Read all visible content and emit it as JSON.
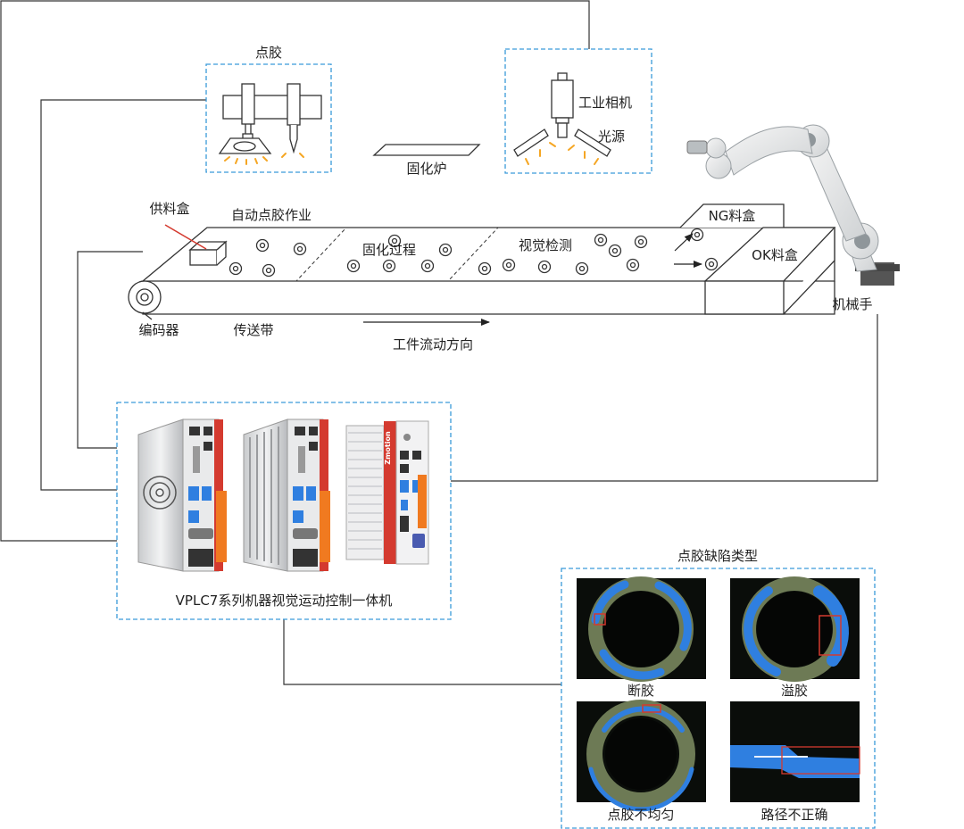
{
  "labels": {
    "dispensing": "点胶",
    "camera": "工业相机",
    "light": "光源",
    "oven": "固化炉",
    "feed_box": "供料盒",
    "auto_dispense": "自动点胶作业",
    "curing": "固化过程",
    "inspection": "视觉检测",
    "ng_box": "NG料盒",
    "ok_box": "OK料盒",
    "robot": "机械手",
    "encoder": "编码器",
    "conveyor": "传送带",
    "flow_direction": "工件流动方向",
    "controller": "VPLC7系列机器视觉运动控制一体机",
    "brand": "Zmotion",
    "defects_title": "点胶缺陷类型"
  },
  "defects": [
    {
      "label": "断胶"
    },
    {
      "label": "溢胶"
    },
    {
      "label": "点胶不均匀"
    },
    {
      "label": "路径不正确"
    }
  ],
  "colors": {
    "line": "#333333",
    "dash_box": "#3a9ad9",
    "accent_red": "#d43a2f",
    "glow_orange": "#f5a623",
    "glue_blue": "#2f7fe0",
    "panel_dark": "#0a0d0a"
  }
}
